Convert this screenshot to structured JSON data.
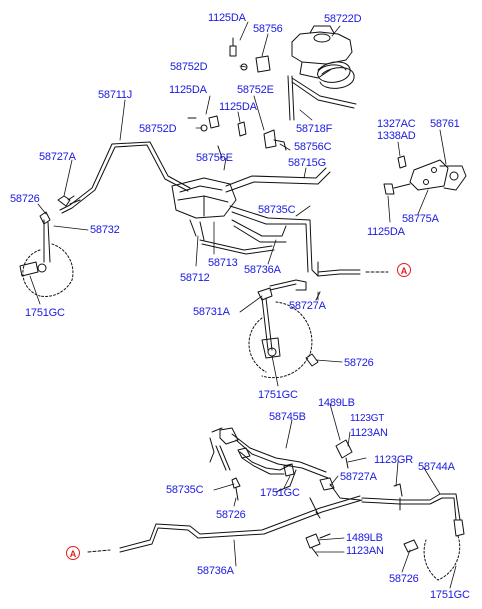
{
  "labels": {
    "p1125DA_a": "1125DA",
    "p58756": "58756",
    "p58722D": "58722D",
    "p58752D_a": "58752D",
    "p58711J": "58711J",
    "p1125DA_b": "1125DA",
    "p58752E": "58752E",
    "p1125DA_c": "1125DA",
    "p58752D_b": "58752D",
    "p58718F": "58718F",
    "p1327AC": "1327AC",
    "p1338AD": "1338AD",
    "p58761": "58761",
    "p58727A_a": "58727A",
    "p58756E": "58756E",
    "p58756C": "58756C",
    "p58715G": "58715G",
    "p58726_a": "58726",
    "p58735C_a": "58735C",
    "p58775A": "58775A",
    "p58732": "58732",
    "p1125DA_d": "1125DA",
    "p58713": "58713",
    "p58736A_a": "58736A",
    "p58712": "58712",
    "p58727A_b": "58727A",
    "p1751GC_a": "1751GC",
    "p58731A": "58731A",
    "p58726_b": "58726",
    "p1751GC_b": "1751GC",
    "p1489LB_a": "1489LB",
    "p58745B": "58745B",
    "p1123GT": "1123GT",
    "p1123AN_a": "1123AN",
    "p1123GR": "1123GR",
    "p58744A": "58744A",
    "p58735C_b": "58735C",
    "p1751GC_c": "1751GC",
    "p58727A_c": "58727A",
    "p58726_c": "58726",
    "p1489LB_b": "1489LB",
    "p1123AN_b": "1123AN",
    "p58736A_b": "58736A",
    "p58726_d": "58726",
    "p1751GC_d": "1751GC"
  },
  "markers": {
    "top_right": "A",
    "bottom_left": "A"
  },
  "colors": {
    "label": "#1a1ae0",
    "line": "#111111",
    "marker": "#e02020"
  }
}
